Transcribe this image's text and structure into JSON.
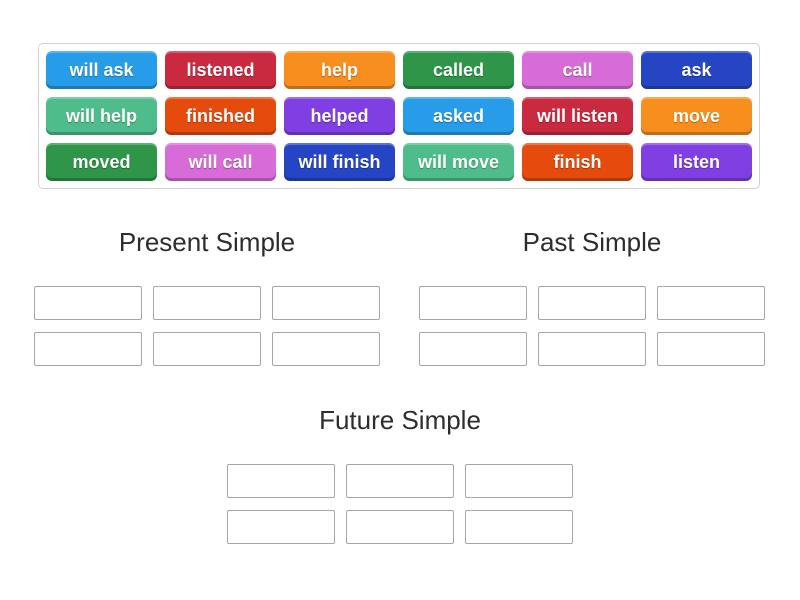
{
  "activity": {
    "type": "group-sort",
    "background": "#ffffff"
  },
  "word_bank": {
    "tiles": [
      {
        "label": "will ask",
        "color": "blue"
      },
      {
        "label": "listened",
        "color": "crimson"
      },
      {
        "label": "help",
        "color": "orange"
      },
      {
        "label": "called",
        "color": "green"
      },
      {
        "label": "call",
        "color": "orchid"
      },
      {
        "label": "ask",
        "color": "darkblue"
      },
      {
        "label": "will help",
        "color": "seagreen"
      },
      {
        "label": "finished",
        "color": "orangered"
      },
      {
        "label": "helped",
        "color": "purple"
      },
      {
        "label": "asked",
        "color": "blue"
      },
      {
        "label": "will listen",
        "color": "crimson"
      },
      {
        "label": "move",
        "color": "orange"
      },
      {
        "label": "moved",
        "color": "green"
      },
      {
        "label": "will call",
        "color": "orchid"
      },
      {
        "label": "will finish",
        "color": "darkblue"
      },
      {
        "label": "will move",
        "color": "seagreen"
      },
      {
        "label": "finish",
        "color": "orangered"
      },
      {
        "label": "listen",
        "color": "purple"
      }
    ]
  },
  "groups": [
    {
      "title": "Present Simple",
      "slot_count": 6
    },
    {
      "title": "Past Simple",
      "slot_count": 6
    },
    {
      "title": "Future Simple",
      "slot_count": 6
    }
  ],
  "palette": {
    "blue": "#279ce8",
    "crimson": "#ca2a3f",
    "orange": "#f78e1e",
    "green": "#2e9549",
    "orchid": "#d76bd8",
    "darkblue": "#2545c5",
    "seagreen": "#4fbd8b",
    "orangered": "#e54b0d",
    "purple": "#7f3fe2",
    "heading_text": "#2d2d2d",
    "slot_border": "#a6a6a6",
    "bank_border": "#d2d2d2"
  }
}
